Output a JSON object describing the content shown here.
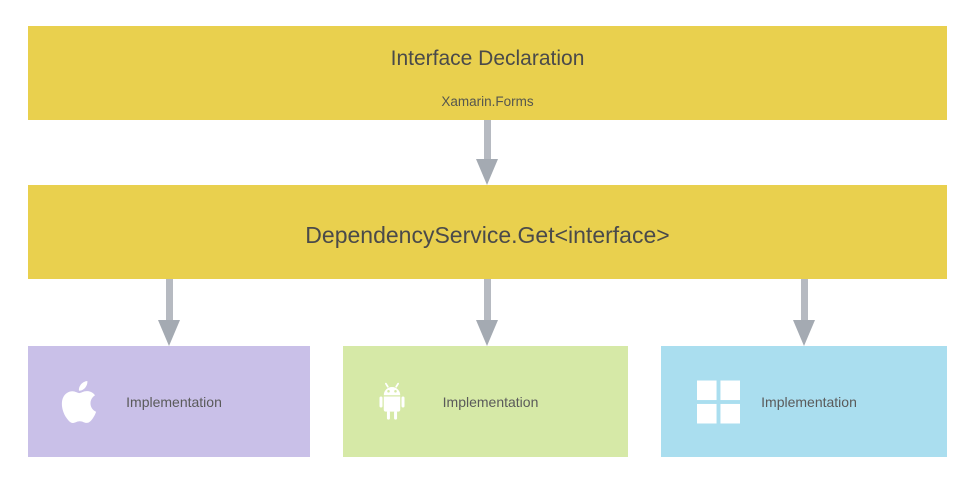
{
  "diagram": {
    "top_box": {
      "title": "Interface Declaration",
      "subtitle": "Xamarin.Forms"
    },
    "middle_box": {
      "title": "DependencyService.Get<interface>"
    },
    "platform_boxes": [
      {
        "platform": "ios",
        "icon": "apple-icon",
        "label": "Implementation",
        "color": "#c9c0e8"
      },
      {
        "platform": "android",
        "icon": "android-icon",
        "label": "Implementation",
        "color": "#d6e9a7"
      },
      {
        "platform": "windows",
        "icon": "windows-icon",
        "label": "Implementation",
        "color": "#aadeef"
      }
    ],
    "colors": {
      "background": "#ffffff",
      "box_yellow": "#e9d04e",
      "box_purple": "#c9c0e8",
      "box_green": "#d6e9a7",
      "box_blue": "#aadeef",
      "arrow_shaft_gray": "#b6bac1",
      "arrow_head_gray": "#a4aab2",
      "heading_text": "#4a4a4a",
      "subtitle_text": "#55564e",
      "label_text": "#5a5a5a",
      "icon_white": "#ffffff"
    }
  }
}
